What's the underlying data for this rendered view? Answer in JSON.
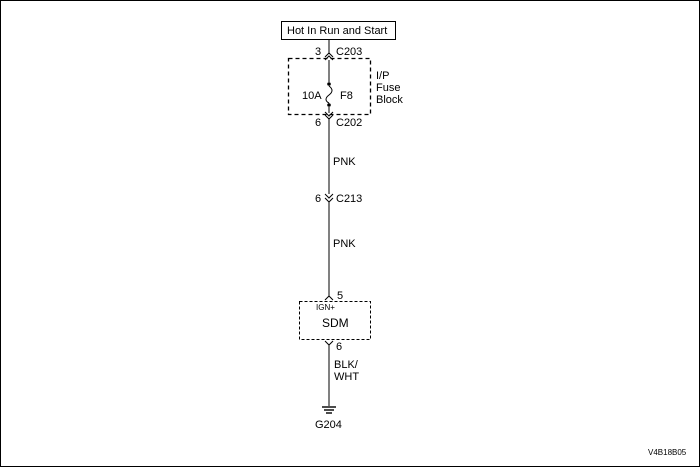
{
  "power_source": {
    "label": "Hot In Run and Start"
  },
  "connectors": {
    "c203": {
      "pin": "3",
      "name": "C203"
    },
    "c202": {
      "pin": "6",
      "name": "C202"
    },
    "c213": {
      "pin": "6",
      "name": "C213"
    }
  },
  "fuse_block": {
    "label_line1": "I/P",
    "label_line2": "Fuse",
    "label_line3": "Block"
  },
  "fuse": {
    "rating": "10A",
    "name": "F8"
  },
  "wires": {
    "upper_color": "PNK",
    "middle_color": "PNK",
    "lower_color_line1": "BLK/",
    "lower_color_line2": "WHT"
  },
  "module": {
    "name": "SDM",
    "input_label": "IGN+",
    "input_pin": "5",
    "ground_pin": "6"
  },
  "ground": {
    "name": "G204"
  },
  "figure_id": "V4B18B05",
  "colors": {
    "line": "#000000",
    "dashed_border": "#404040",
    "background": "#ffffff"
  }
}
